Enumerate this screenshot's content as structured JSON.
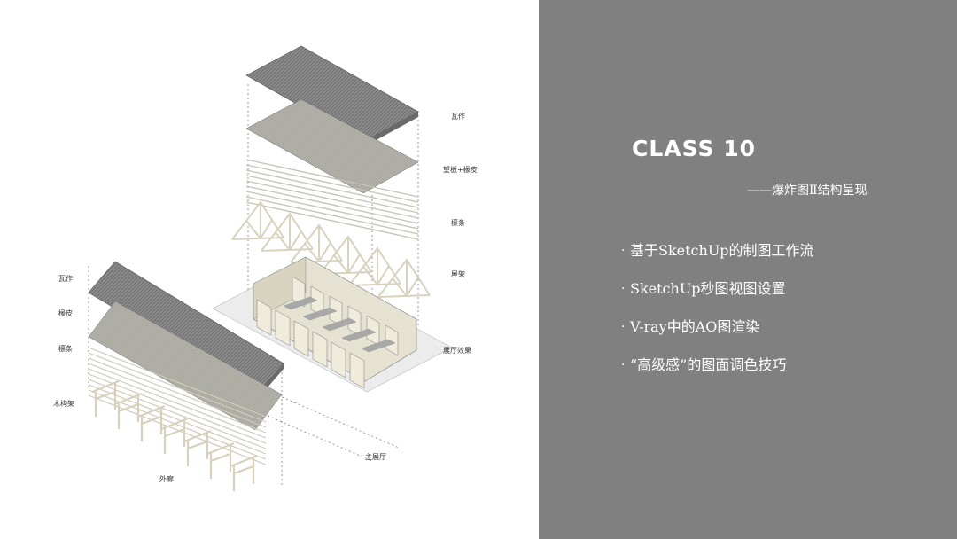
{
  "diagram": {
    "labels": {
      "upper_tile": "瓦作",
      "upper_board": "望板+椽皮",
      "upper_purlin": "檩条",
      "upper_truss": "屋架",
      "hall_frame": "展厅效果",
      "main_hall": "主展厅",
      "left_tile": "瓦作",
      "left_rafter": "椽皮",
      "left_purlin": "檩条",
      "left_wood_frame": "木构架",
      "outer_corridor": "外廊"
    }
  },
  "panel": {
    "title": "CLASS 10",
    "subtitle": "——爆炸图Ⅱ结构呈现",
    "bullet_symbol": "·",
    "bullets": [
      "基于SketchUp的制图工作流",
      "SketchUp秒图视图设置",
      "V-ray中的AO图渲染",
      "“高级感”的图面调色技巧"
    ]
  },
  "colors": {
    "panel_bg": "#808080",
    "text_white": "#ffffff",
    "roof_dark": "#7a7a7a",
    "roof_mid": "#a9a9a9",
    "wood": "#e2ddc9"
  }
}
